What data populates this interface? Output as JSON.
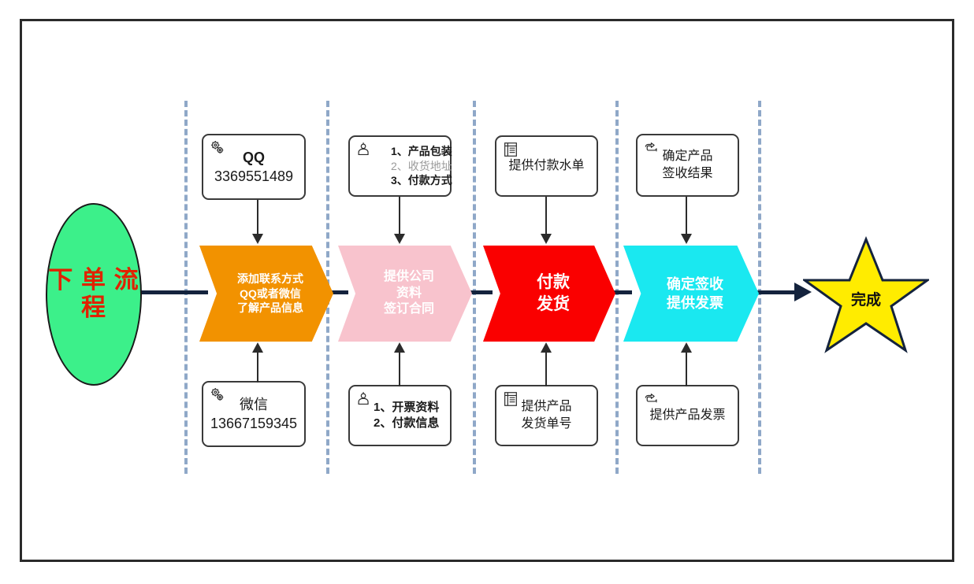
{
  "diagram": {
    "title_shape": {
      "label": "下\n单\n流\n程",
      "fill": "#3cf08a",
      "text_color": "#e02200"
    },
    "finish_shape": {
      "label": "完成",
      "fill": "#ffec00",
      "outline": "#14233d"
    },
    "stages": [
      {
        "key": "contact",
        "label": "添加联系方式\nQQ或者微信\n了解产品信息",
        "fill": "#f29200",
        "top_note": {
          "icon": "gears-icon",
          "lines": [
            {
              "text": "QQ",
              "style": "bold-big"
            },
            {
              "text": "3369551489",
              "style": "big"
            }
          ]
        },
        "bottom_note": {
          "icon": "gears-icon",
          "lines": [
            {
              "text": "微信",
              "style": "big"
            },
            {
              "text": "13667159345",
              "style": "big"
            }
          ]
        }
      },
      {
        "key": "contract",
        "label": "提供公司\n资料\n签订合同",
        "fill": "#f8c3cd",
        "top_note": {
          "icon": "person-icon",
          "lines": [
            {
              "text": "1、产品包装",
              "style": "bold"
            },
            {
              "text": "2、收货地址",
              "style": "dim"
            },
            {
              "text": "3、付款方式",
              "style": "bold"
            }
          ]
        },
        "bottom_note": {
          "icon": "person-icon",
          "lines": [
            {
              "text": "1、开票资料",
              "style": "bold"
            },
            {
              "text": "2、付款信息",
              "style": "bold"
            }
          ]
        }
      },
      {
        "key": "payment",
        "label": "付款\n发货",
        "fill": "#fa0000",
        "top_note": {
          "icon": "document-list-icon",
          "lines": [
            {
              "text": "提供付款水单",
              "style": "normal"
            }
          ]
        },
        "bottom_note": {
          "icon": "document-list-icon",
          "lines": [
            {
              "text": "提供产品",
              "style": "normal"
            },
            {
              "text": "发货单号",
              "style": "normal"
            }
          ]
        }
      },
      {
        "key": "receipt",
        "label": "确定签收\n提供发票",
        "fill": "#1ae8f0",
        "top_note": {
          "icon": "pointing-hand-icon",
          "lines": [
            {
              "text": "确定产品",
              "style": "normal"
            },
            {
              "text": "签收结果",
              "style": "normal"
            }
          ]
        },
        "bottom_note": {
          "icon": "pointing-hand-icon",
          "lines": [
            {
              "text": "提供产品发票",
              "style": "normal"
            }
          ]
        }
      }
    ],
    "colors": {
      "spine": "#14233d",
      "lane_separator": "#8fa8c8",
      "note_border": "#3a3a3a",
      "frame": "#2b2b2b"
    }
  }
}
